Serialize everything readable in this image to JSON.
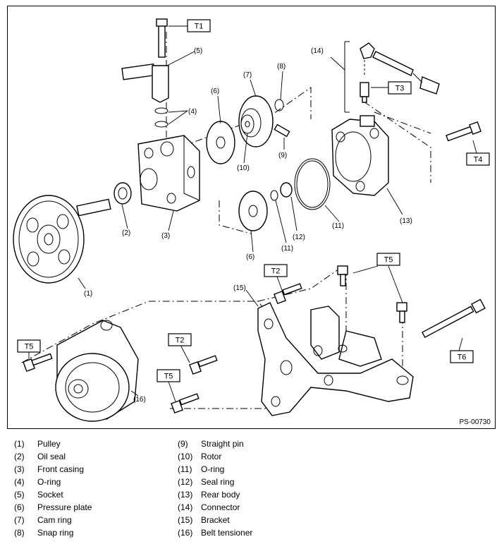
{
  "figure_id": "PS-00730",
  "callouts": {
    "c1": "(1)",
    "c2": "(2)",
    "c3": "(3)",
    "c4": "(4)",
    "c5": "(5)",
    "c6a": "(6)",
    "c6b": "(6)",
    "c7": "(7)",
    "c8": "(8)",
    "c9": "(9)",
    "c10": "(10)",
    "c11a": "(11)",
    "c11b": "(11)",
    "c12": "(12)",
    "c13": "(13)",
    "c14": "(14)",
    "c15": "(15)",
    "c16": "(16)"
  },
  "torque_tags": {
    "t1": "T1",
    "t2a": "T2",
    "t2b": "T2",
    "t3": "T3",
    "t4": "T4",
    "t5a": "T5",
    "t5b": "T5",
    "t5c": "T5",
    "t6": "T6"
  },
  "legend": {
    "left": [
      {
        "num": "(1)",
        "name": "Pulley"
      },
      {
        "num": "(2)",
        "name": "Oil seal"
      },
      {
        "num": "(3)",
        "name": "Front casing"
      },
      {
        "num": "(4)",
        "name": "O-ring"
      },
      {
        "num": "(5)",
        "name": "Socket"
      },
      {
        "num": "(6)",
        "name": "Pressure plate"
      },
      {
        "num": "(7)",
        "name": "Cam ring"
      },
      {
        "num": "(8)",
        "name": "Snap ring"
      }
    ],
    "right": [
      {
        "num": "(9)",
        "name": "Straight pin"
      },
      {
        "num": "(10)",
        "name": "Rotor"
      },
      {
        "num": "(11)",
        "name": "O-ring"
      },
      {
        "num": "(12)",
        "name": "Seal ring"
      },
      {
        "num": "(13)",
        "name": "Rear body"
      },
      {
        "num": "(14)",
        "name": "Connector"
      },
      {
        "num": "(15)",
        "name": "Bracket"
      },
      {
        "num": "(16)",
        "name": "Belt tensioner"
      }
    ]
  }
}
